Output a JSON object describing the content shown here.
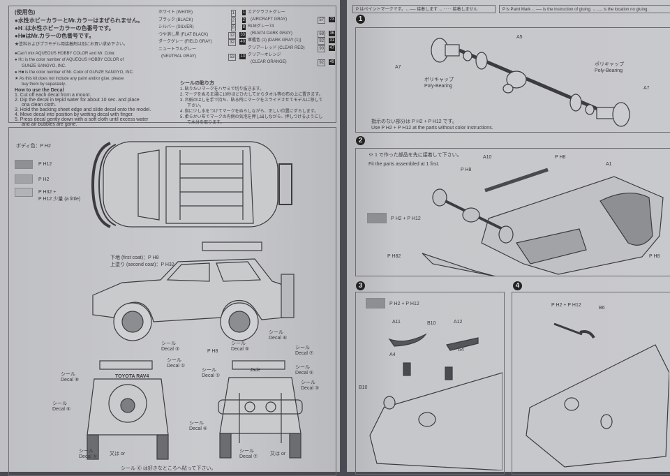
{
  "colors_info": {
    "header": "(使用色)",
    "jp_lines": [
      "●水性ホビーカラーとMr.カラーはまぜられません。",
      "●H□は水性ホビーカラーの色番号です。",
      "●H■はMr.カラーの色番号です。",
      "★塗料およびプラモデル用接着剤は別にお買い求め下さい。"
    ],
    "en_lines": [
      "●Can't mix AQUEOUS HOBBY COLOR and Mr. Color.",
      "● H□ is the color number of AQUEOUS HOBBY COLOR of",
      "GUNZE SANGYO, INC.",
      "● H■ is the color number of Mr. Color of GUNZE SANGYO, INC.",
      "★ As this kit does not include any paint and/or glue, please",
      "buy them by separately."
    ],
    "decal_title": "How to use the Decal",
    "decal_steps": [
      "1. Cut off each decal from a mount.",
      "2. Dip the decal in tepid water for about 10 sec. and place",
      "ona clean cloth.",
      "3. Hold the backing sheet edge and slide decal onto the model.",
      "4. Move decal into position by wetting decal with finger.",
      "5. Press decal gently down with a soft cloth until excess water",
      "and air bubbles are gone."
    ]
  },
  "paint_table": {
    "col1": [
      {
        "name": "ホワイト (WHITE)",
        "h": "1",
        "m": "1"
      },
      {
        "name": "ブラック (BLACK)",
        "h": "2",
        "m": "2"
      },
      {
        "name": "シルバー (SILVER)",
        "h": "8",
        "m": "8"
      },
      {
        "name": "つや消し黒 (FLAT BLACK)",
        "h": "12",
        "m": "33"
      },
      {
        "name": "ダークグレー (FIELD GRAY)",
        "h": "32",
        "m": "40"
      },
      {
        "name": "ニュートラルグレー",
        "sub": "(NEUTRAL GRAY)",
        "h": "53",
        "m": "13"
      }
    ],
    "col2": [
      {
        "name": "エアクラフトグレー",
        "sub": "(AIRCRAFT GRAY)",
        "h": "57",
        "m": "73"
      },
      {
        "name": "RLMグレー74",
        "sub": "(RLM74 DARK GRAY)",
        "h": "68",
        "m": "36"
      },
      {
        "name": "軍艦色 (1) (DARK GRAY (1))",
        "h": "82",
        "m": "31"
      },
      {
        "name": "クリアーレッド (CLEAR RED)",
        "h": "90",
        "m": "47"
      },
      {
        "name": "クリアーオレンジ",
        "sub": "(CLEAR ORANGE)",
        "h": "92",
        "m": "49"
      }
    ]
  },
  "jp_decal": {
    "title": "シールの貼り方",
    "steps": [
      "1. 貼りたいマークをハサミで切り抜きます。",
      "2. マークをぬるま湯に10秒ほどひたしてからタオル等の布の上に置きます。",
      "3. 台紙のはしを手で持ち、貼る所にマークをスライドさせてモデルに移して",
      "下さい。",
      "4. 指に少し水をつけてマークをぬらしながら、正しい位置にずらします。",
      "5. 柔らかい布でマークの内側の気泡を押し出しながら、押しつけるようにし",
      "て水分を取ります。"
    ]
  },
  "body_panel": {
    "body_color": "ボディ色：P H2",
    "swatches": [
      {
        "label": "P H12",
        "color": "#8f9094"
      },
      {
        "label": "P H2",
        "color": "#a2a3a6"
      },
      {
        "label": "P H32 +",
        "label2": "P H12 少量 (a little)",
        "color": "#b2b3b6"
      }
    ],
    "first_coat": "下地 (first coat)：P H8",
    "second_coat": "上塗り (second coat)：P H32",
    "decal_word": "シール",
    "decal_en": "Decal",
    "decals": [
      "③",
      "⑤",
      "⑥",
      "⑦",
      "⑧",
      "①",
      "④",
      "⑥",
      "①",
      "⑤",
      "③",
      "⑤",
      "⑦"
    ],
    "or_label": "又は or",
    "p8": "P H8",
    "rear_logo": "TOYOTA RAV4",
    "front_logo": "Jade",
    "note": "シール ⑥ は好きなところへ貼って下さい。"
  },
  "legend": {
    "jp": "P はペイントマークです。←── 接着します ←‥‥ 接着しません",
    "en": "P is Paint Mark ←── is the instruction of gluing. ←‥‥ is the location no gluing."
  },
  "step1": {
    "num": "1",
    "a5": "A5",
    "a7": "A7",
    "poly_jp": "ポリキャップ",
    "poly_en": "Poly-Bearing",
    "note_jp": "指示のない部分は P H2 + P H12 です。",
    "note_en": "Use P H2 + P H12 at the parts without color instructions."
  },
  "step2": {
    "num": "2",
    "note_jp": "※ 1 で作った部品を先に接着して下さい。",
    "note_en": "Fit the parts assembled at 1 first.",
    "a10": "A10",
    "a1": "A1",
    "p8": "P H8",
    "p82": "P H82",
    "paint": "P H2 + P H12",
    "swatch": "#8e8f93"
  },
  "step3": {
    "num": "3",
    "paint": "P H2 + P H12",
    "a11": "A11",
    "b10": "B10",
    "a12": "A12",
    "a4": "A4"
  },
  "step4": {
    "num": "4",
    "paint": "P H2 + P H12",
    "b6": "B6"
  }
}
